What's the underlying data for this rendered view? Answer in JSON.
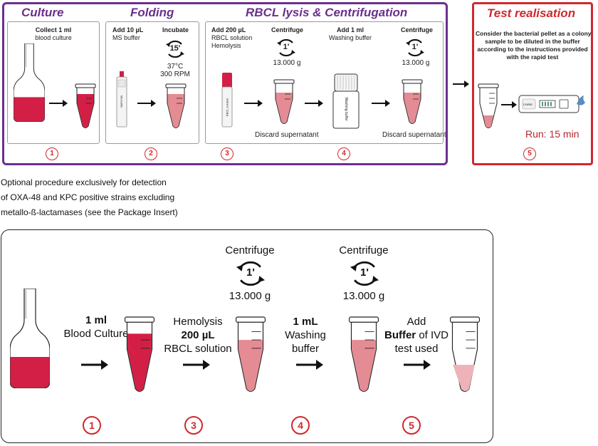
{
  "top": {
    "culture": {
      "title": "Culture",
      "bold": "Collect 1 ml",
      "sub": "blood culture",
      "step": "1"
    },
    "folding": {
      "title": "Folding",
      "add_bold": "Add 10 µL",
      "add_sub": "MS buffer",
      "tube_label": "MS buffer",
      "incubate": "Incubate",
      "time": "15'",
      "temp": "37°C",
      "rpm": "300 RPM",
      "step": "2"
    },
    "rbcl": {
      "title": "RBCL lysis & Centrifugation",
      "add_bold": "Add 200 µL",
      "add_sub1": "RBCL solution",
      "add_sub2": "Hemolysis",
      "tube_label": "RBCL solution",
      "centrifuge1": "Centrifuge",
      "time1": "1'",
      "g1": "13.000 g",
      "add1_bold": "Add 1 ml",
      "add1_sub": "Washing buffer",
      "bottle_label": "Washing buffer",
      "centrifuge2": "Centrifuge",
      "time2": "1'",
      "g2": "13.000 g",
      "discard1": "Discard supernatant",
      "discard2": "Discard supernatant",
      "step3": "3",
      "step4": "4"
    },
    "test": {
      "title": "Test realisation",
      "desc1": "Consider the bacterial pellet as a colony",
      "desc2": "sample to be diluted in the buffer",
      "desc3": "according to the instructions provided",
      "desc4": "with the rapid test",
      "device_brand": "CORIS",
      "run": "Run: 15 min",
      "step": "5"
    }
  },
  "optional_note": {
    "line1": "Optional procedure exclusively for detection",
    "line2": "of OXA-48 and KPC positive strains excluding",
    "line3": "metallo-ß-lactamases (see the Package Insert)"
  },
  "bottom": {
    "s1_bold": "1 ml",
    "s1_text": "Blood Culture",
    "s3_line1": "Hemolysis",
    "s3_bold": "200 µL",
    "s3_line3": "RBCL solution",
    "cent1": "Centrifuge",
    "cent1_time": "1'",
    "cent1_g": "13.000 g",
    "s4_bold": "1 mL",
    "s4_line2": "Washing",
    "s4_line3": "buffer",
    "cent2": "Centrifuge",
    "cent2_time": "1'",
    "cent2_g": "13.000 g",
    "s5_line1": "Add",
    "s5_bold": "Buffer",
    "s5_rest": " of IVD",
    "s5_line3": "test used",
    "steps": [
      "1",
      "3",
      "4",
      "5"
    ]
  },
  "colors": {
    "purple": "#6b2f8e",
    "red": "#d0282e",
    "blood": "#d31f45",
    "pink": "#e48b93"
  }
}
